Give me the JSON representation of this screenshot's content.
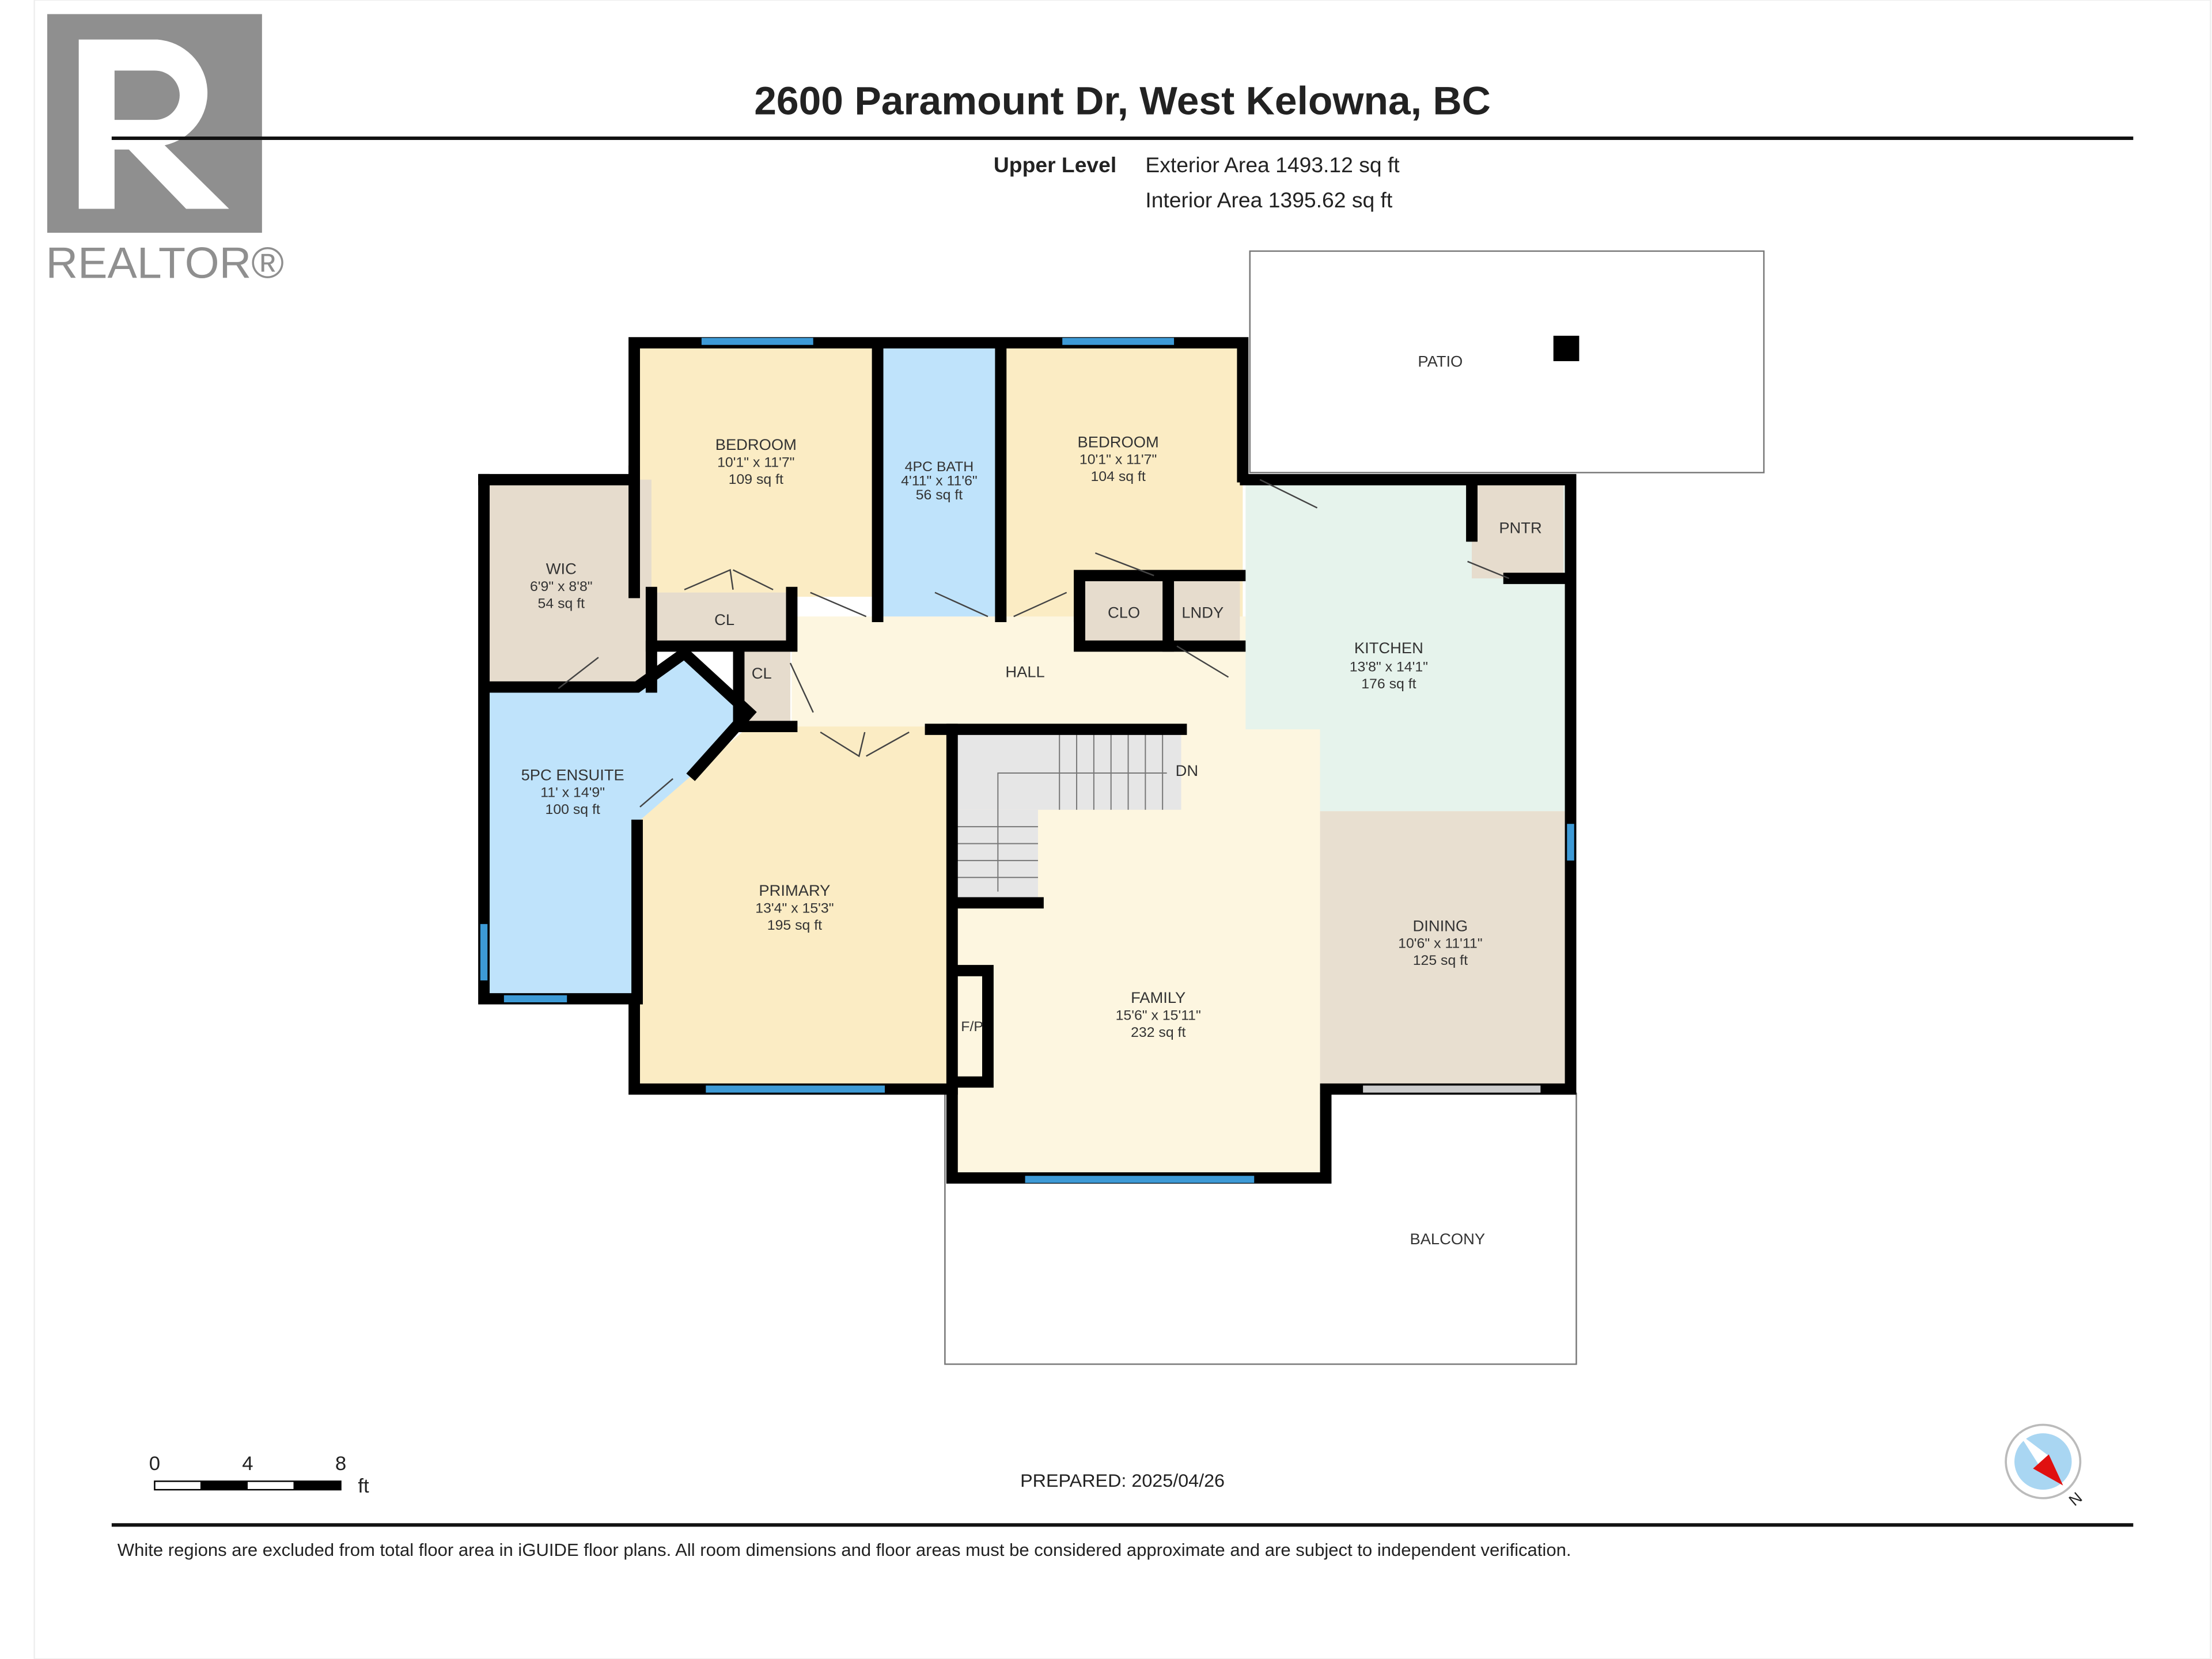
{
  "header": {
    "title": "2600 Paramount Dr, West Kelowna, BC",
    "level": "Upper Level",
    "exterior_area": "Exterior Area 1493.12 sq ft",
    "interior_area": "Interior Area 1395.62 sq ft"
  },
  "logo": {
    "text": "REALTOR®",
    "icon": "realtor-r-logo"
  },
  "colors": {
    "bedroom": "#fbecc4",
    "bath": "#bfe3fb",
    "closet": "#e6dccd",
    "hall": "#fdf6e0",
    "kitchen": "#e6f3ec",
    "dining": "#e8dfd0",
    "window": "#3d9ad6",
    "compass_needle": "#e01010"
  },
  "rooms": {
    "bedroom1": {
      "name": "BEDROOM",
      "dims": "10'1\" x 11'7\"",
      "area": "109 sq ft"
    },
    "bath": {
      "name": "4PC BATH",
      "dims": "4'11\" x 11'6\"",
      "area": "56 sq ft"
    },
    "bedroom2": {
      "name": "BEDROOM",
      "dims": "10'1\" x 11'7\"",
      "area": "104 sq ft"
    },
    "wic": {
      "name": "WIC",
      "dims": "6'9\" x 8'8\"",
      "area": "54 sq ft"
    },
    "cl1": {
      "name": "CL"
    },
    "cl2": {
      "name": "CL"
    },
    "clo": {
      "name": "CLO"
    },
    "lndy": {
      "name": "LNDY"
    },
    "pntr": {
      "name": "PNTR"
    },
    "hall": {
      "name": "HALL"
    },
    "kitchen": {
      "name": "KITCHEN",
      "dims": "13'8\" x 14'1\"",
      "area": "176 sq ft"
    },
    "ensuite": {
      "name": "5PC ENSUITE",
      "dims": "11' x 14'9\"",
      "area": "100 sq ft"
    },
    "primary": {
      "name": "PRIMARY",
      "dims": "13'4\" x 15'3\"",
      "area": "195 sq ft"
    },
    "dn": {
      "name": "DN"
    },
    "fp": {
      "name": "F/P"
    },
    "family": {
      "name": "FAMILY",
      "dims": "15'6\" x 15'11\"",
      "area": "232 sq ft"
    },
    "dining": {
      "name": "DINING",
      "dims": "10'6\" x 11'11\"",
      "area": "125 sq ft"
    },
    "patio": {
      "name": "PATIO"
    },
    "balcony": {
      "name": "BALCONY"
    }
  },
  "scale": {
    "ticks": [
      "0",
      "4",
      "8"
    ],
    "unit": "ft"
  },
  "prepared": "PREPARED: 2025/04/26",
  "compass": {
    "label": "N",
    "icon": "compass-icon"
  },
  "footer": "White regions are excluded from total floor area in iGUIDE floor plans. All room dimensions and floor areas must be considered approximate and are subject to independent verification."
}
